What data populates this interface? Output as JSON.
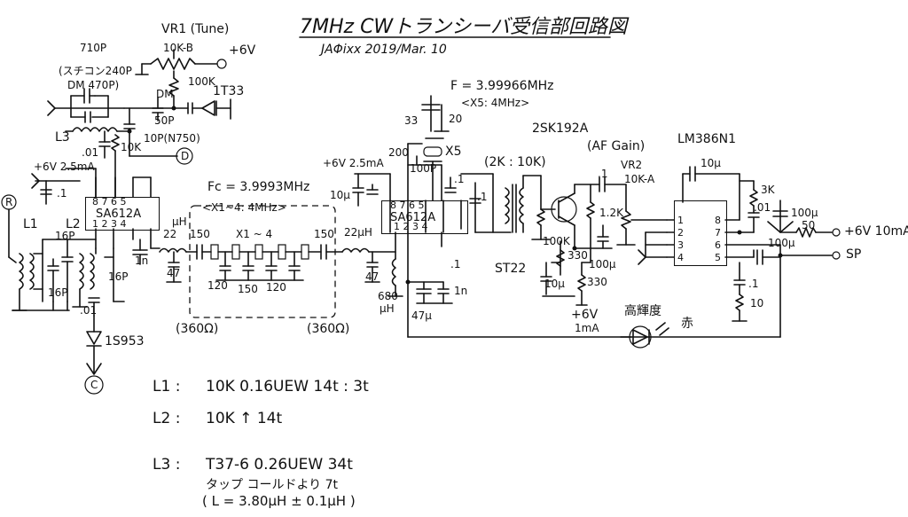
{
  "title": "7MHz CWトランシーバ受信部回路図",
  "author": "JAΦixx 2019/Mar. 10",
  "labels": {
    "vr1": "VR1 (Tune)",
    "vr1_value": "10K-B",
    "plus6v_top": "+6V",
    "r100k_top": "100K",
    "dm_label": "DM",
    "c50p": "50P",
    "diode_1t33": "1T33",
    "c710p": "710P",
    "c_styro": "(スチコン240P",
    "c_dm470": "DM 470P)",
    "l3": "L3",
    "c01_left": ".01",
    "r10k_left": "10K",
    "c10p_n750": "10P(N750)",
    "pwr_left": "+6V 2.5mA",
    "c1_left": ".1",
    "ic1": "SA612A",
    "ic1_pins_top": "8 7 6 5",
    "ic1_pins_bot": "1 2 3 4",
    "ant": "R",
    "l1": "L1",
    "l2": "L2",
    "c16p_a": "16P",
    "c16p_b": "16P",
    "c16p_c": "16P",
    "c01_bot": ".01",
    "diode_1s953": "1S953",
    "node_c": "C",
    "node_d": "D",
    "c1n_left": "1n",
    "fc": "Fc = 3.9993MHz",
    "crystals": "<X1~4: 4MHz>",
    "ind_22uh_a": "22",
    "ind_22uh_a_unit": "μH",
    "ind_22uh_b": "22μH",
    "c150p_a": "150",
    "c150p_b": "150",
    "x1to4": "X1 ~ 4",
    "c120p_a": "120",
    "c150p_mid": "150",
    "c120p_b": "120",
    "c47p_a": "47",
    "c47p_b": "47",
    "imp_left": "(360Ω)",
    "imp_right": "(360Ω)",
    "ind_680": "680",
    "ind_680_unit": "μH",
    "c47u": "47μ",
    "c1n_right": "1n",
    "f_x5": "F = 3.99966MHz",
    "x5_label": "<X5: 4MHz>",
    "c33p": "33",
    "c20p": "20",
    "x5": "X5",
    "c200p": "200",
    "c100p": "100P",
    "pwr_mid": "+6V 2.5mA",
    "c10u": "10μ",
    "ic2": "SA612A",
    "ic2_pins_top": "8 7 6 5",
    "ic2_pins_bot": "1 2 3 4",
    "c1_mid_a": ".1",
    "c1_mid_b": ".1",
    "c1_mid_c": ".1",
    "trans": "(2K : 10K)",
    "st22": "ST22",
    "fet": "2SK192A",
    "af_gain": "(AF Gain)",
    "vr2": "VR2",
    "vr2_value": "10K-A",
    "r100k_fet": "100K",
    "r1k_fet": "1.2K",
    "c1_fet": ".1",
    "r330_a": "330",
    "r330_b": "330",
    "c10u_fet": "10μ",
    "c100u_fet": "100μ",
    "pwr_fet": "+6V",
    "pwr_fet_i": "1mA",
    "led": "高輝度",
    "led_color": "赤",
    "lm386": "LM386N1",
    "lm386_pins_l": "1\n2\n3\n4",
    "lm386_pins_r": "8\n7\n6\n5",
    "c10u_lm": "10μ",
    "r3k": "3K",
    "c01_lm": ".01",
    "c100u_a": "100μ",
    "r50": "50",
    "pwr_right": "+6V 10mA",
    "c100u_b": "100μ",
    "sp": "SP",
    "c1_lm": ".1",
    "r10_lm": "10",
    "note_l1_name": "L1 :",
    "note_l1_value": "10K 0.16UEW 14t : 3t",
    "note_l2_name": "L2 :",
    "note_l2_value": "10K    ↑     14t",
    "note_l3_name": "L3 :",
    "note_l3_value": "T37-6  0.26UEW 34t",
    "note_l3_tap": "タップ コールドより 7t",
    "note_l3_l": "( L = 3.80μH ± 0.1μH )"
  }
}
